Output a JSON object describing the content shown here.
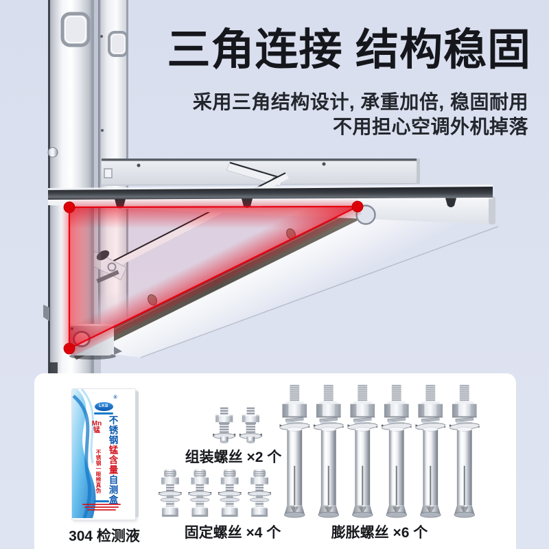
{
  "colors": {
    "background": "#dde2f0",
    "panel": "#ffffff",
    "headline_text": "#15171c",
    "annotation_red": "#e8000f"
  },
  "header": {
    "title": "三角连接 结构稳固",
    "subtitle_line1": "采用三角结构设计, 承重加倍, 稳固耐用",
    "subtitle_line2": "不用担心空调外机掉落"
  },
  "photo": {
    "subject": "stainless-steel air conditioner wall bracket",
    "annotation": {
      "shape": "triangle",
      "color": "#e8000f",
      "vertex_dots": 3
    }
  },
  "parts_panel": {
    "items": [
      {
        "id": "test-liquid",
        "label": "304 检测液"
      },
      {
        "id": "assembly-screws",
        "label": "组装螺丝 ×2 个",
        "count": 2
      },
      {
        "id": "fixing-screws",
        "label": "固定螺丝 ×4 个",
        "count": 4
      },
      {
        "id": "expansion-bolts",
        "label": "膨胀螺丝 ×6 个",
        "count": 6
      }
    ]
  },
  "test_box": {
    "brand": "LKB",
    "reg_mark": "®",
    "element_symbol": "Mn",
    "element_name": "锰",
    "name_part1": "不锈钢",
    "name_part2": "锰含量",
    "name_part3": "自测盒",
    "side_note": "不锈钢一眼辨真伪"
  }
}
